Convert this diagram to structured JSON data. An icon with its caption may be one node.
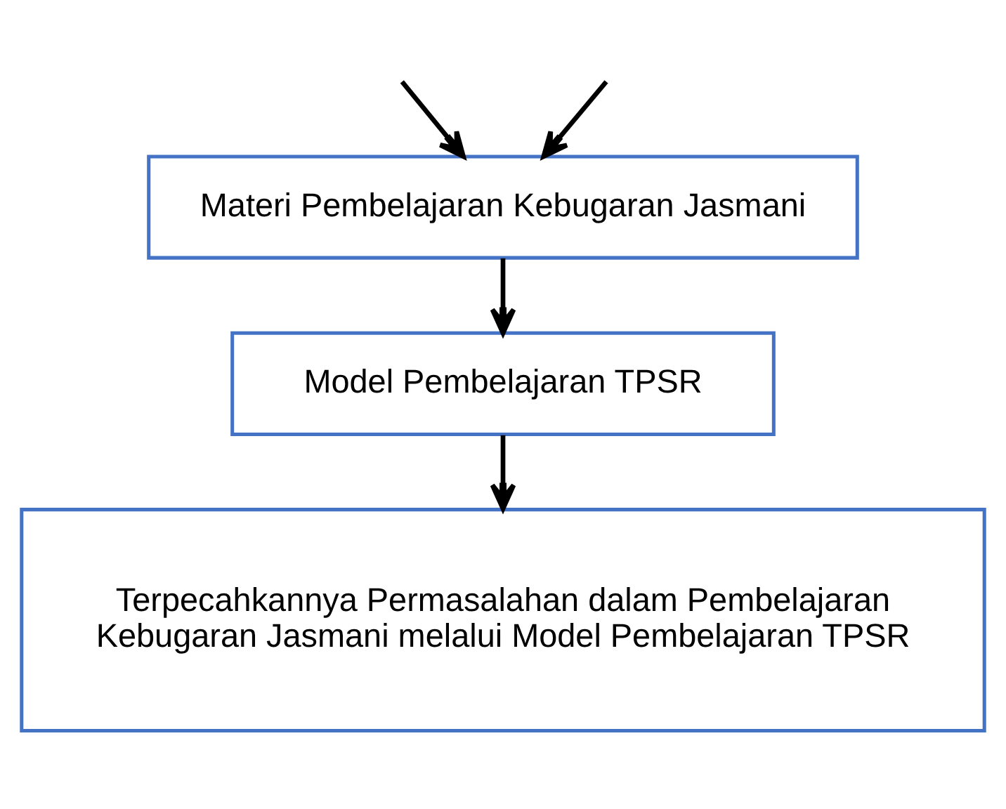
{
  "diagram": {
    "nodes": [
      {
        "text": [
          "Materi Pembelajaran Kebugaran Jasmani"
        ]
      },
      {
        "text": [
          "Model Pembelajaran TPSR"
        ]
      },
      {
        "text": [
          "Terpecahkannya Permasalahan dalam Pembelajaran Kebugaran Jasmani melalui Model Pembelajaran TPSR"
        ]
      }
    ],
    "edges": [
      {
        "from": null,
        "to": 0,
        "arrow": "to"
      },
      {
        "from": null,
        "to": 0,
        "arrow": "to"
      },
      {
        "from": 0,
        "to": 1,
        "arrow": "to"
      },
      {
        "from": 1,
        "to": 2,
        "arrow": "to"
      }
    ]
  }
}
